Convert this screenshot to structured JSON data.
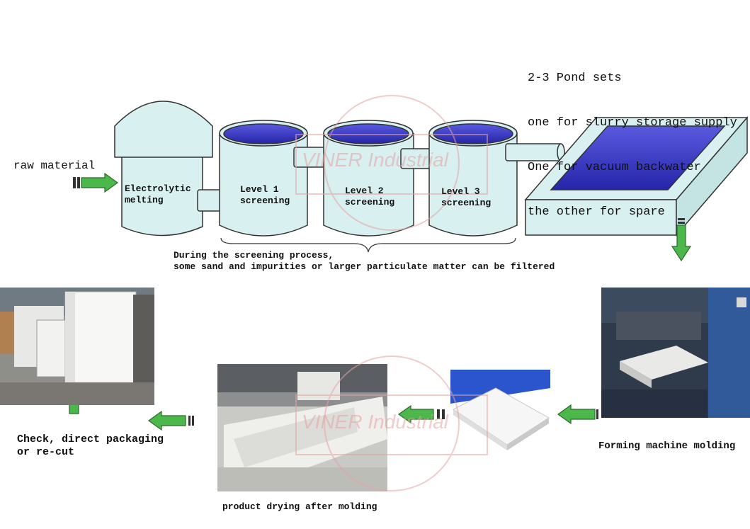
{
  "labels": {
    "raw_material": "raw material",
    "melting_line1": "Electrolytic",
    "melting_line2": "melting",
    "level1_line1": "Level 1",
    "level1_line2": "screening",
    "level2_line1": "Level 2",
    "level2_line2": "screening",
    "level3_line1": "Level 3",
    "level3_line2": "screening",
    "screening_note_line1": "During the screening process,",
    "screening_note_line2": "some sand and impurities or larger particulate matter can be filtered",
    "forming": "Forming machine molding",
    "drying": "product drying after molding",
    "check_line1": "Check, direct packaging",
    "check_line2": "or re-cut"
  },
  "pond_note": [
    "2-3 Pond sets",
    "one for slurry storage supply",
    "One for vacuum backwater",
    "the other for spare"
  ],
  "watermark": "VINER Industrial",
  "colors": {
    "tank_fill": "#d8f0f0",
    "tank_stroke": "#333333",
    "liquid": "#2e2eb8",
    "arrow_fill": "#4cb84c",
    "arrow_stroke": "#2a6a2a",
    "watermark": "#e4a3a3"
  },
  "icons": [
    "arrow-right-icon",
    "arrow-left-icon",
    "arrow-down-icon",
    "arrow-up-icon"
  ]
}
